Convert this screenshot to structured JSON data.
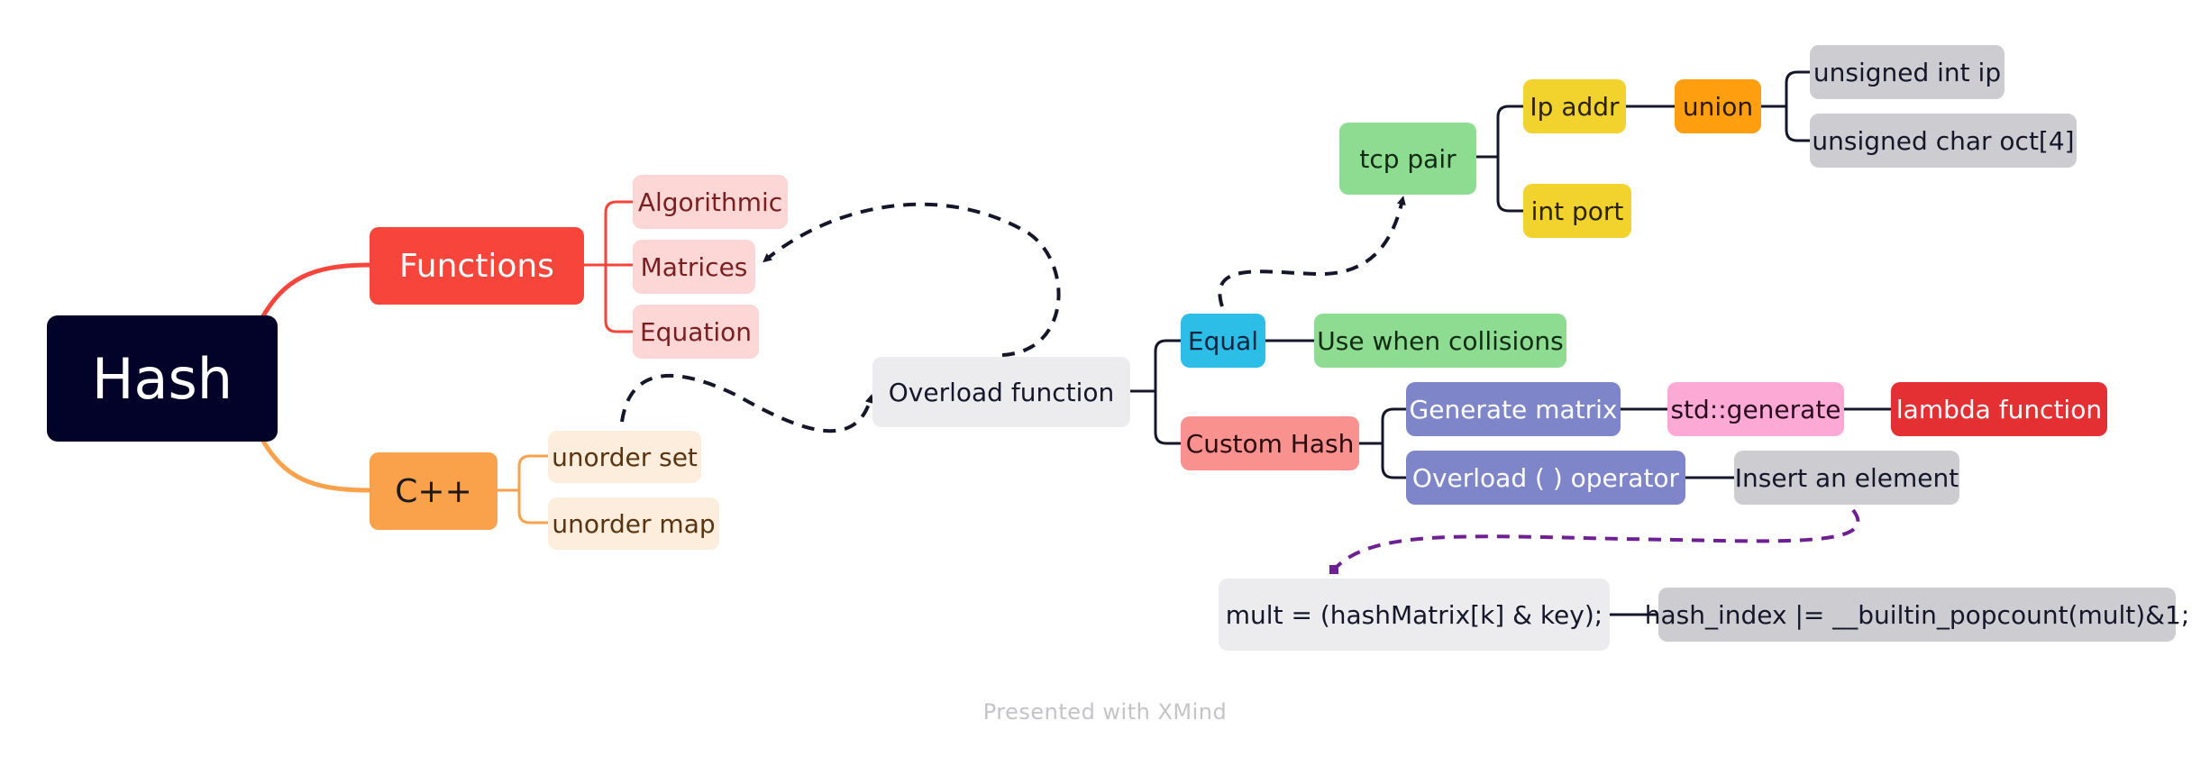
{
  "root": {
    "label": "Hash",
    "color": "#03032a"
  },
  "functions": {
    "label": "Functions",
    "color": "#f7453c",
    "children": [
      "Algorithmic",
      "Matrices",
      "Equation"
    ],
    "child_color": "#fdd6d6"
  },
  "cpp": {
    "label": "C++",
    "color": "#f9a24b",
    "children": [
      "unorder set",
      "unorder map"
    ],
    "child_color": "#fdeddc"
  },
  "overload_function": {
    "label": "Overload function",
    "color": "#ececef"
  },
  "equal": {
    "label": "Equal",
    "color": "#2cbee6"
  },
  "use_when_collisions": {
    "label": "Use when collisions",
    "color": "#8ddc92"
  },
  "custom_hash": {
    "label": "Custom Hash",
    "color": "#f9918f"
  },
  "generate_matrix": {
    "label": "Generate matrix",
    "color": "#7e86c9"
  },
  "std_generate": {
    "label": "std::generate",
    "color": "#fca9d6"
  },
  "lambda_function": {
    "label": "lambda function",
    "color": "#e42f33"
  },
  "overload_operator": {
    "label": "Overload ( )  operator",
    "color": "#7e86c9"
  },
  "insert_element": {
    "label": "Insert an element",
    "color": "#cdcdd1"
  },
  "tcp_pair": {
    "label": "tcp pair",
    "color": "#8ddc92"
  },
  "ip_addr": {
    "label": "Ip addr",
    "color": "#f2d22d"
  },
  "int_port": {
    "label": "int port",
    "color": "#f2d22d"
  },
  "union": {
    "label": "union",
    "color": "#ff9f10"
  },
  "unsigned_int_ip": {
    "label": "unsigned int ip",
    "color": "#cdcdd1"
  },
  "unsigned_char_oct": {
    "label": "unsigned char oct[4]",
    "color": "#cdcdd1"
  },
  "mult_line": {
    "label": "mult = (hashMatrix[k] & key);",
    "color": "#ececef"
  },
  "hash_index_line": {
    "label": "hash_index |=  __builtin_popcount(mult)&1;",
    "color": "#cdcdd1"
  },
  "footer": "Presented with XMind"
}
